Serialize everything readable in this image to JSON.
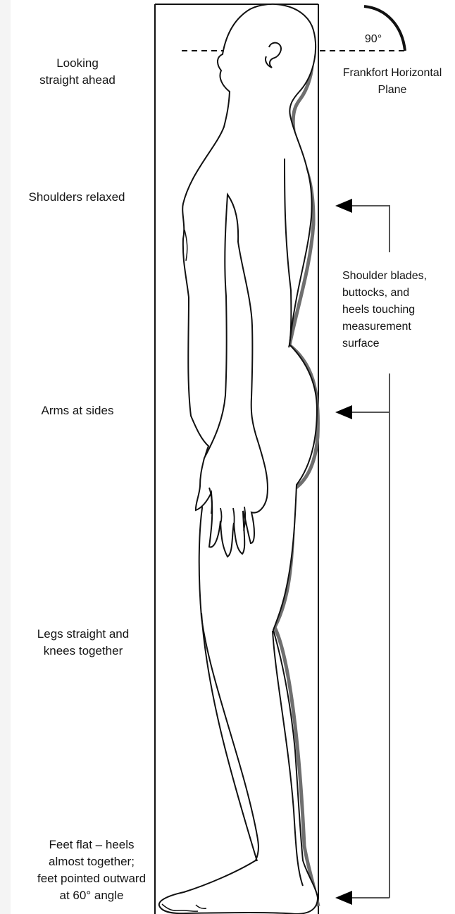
{
  "labels": {
    "looking": "Looking\nstraight ahead",
    "shoulders": "Shoulders relaxed",
    "arms": "Arms at sides",
    "legs": "Legs straight and\nknees together",
    "feet": "Feet flat – heels\nalmost together;\nfeet pointed outward\nat 60° angle",
    "angle": "90°",
    "frankfort": "Frankfort Horizontal\nPlane",
    "surface": "Shoulder blades,\nbuttocks, and\nheels touching\nmeasurement\nsurface"
  },
  "colors": {
    "line": "#111111",
    "shadow": "#777777",
    "background": "#ffffff"
  }
}
